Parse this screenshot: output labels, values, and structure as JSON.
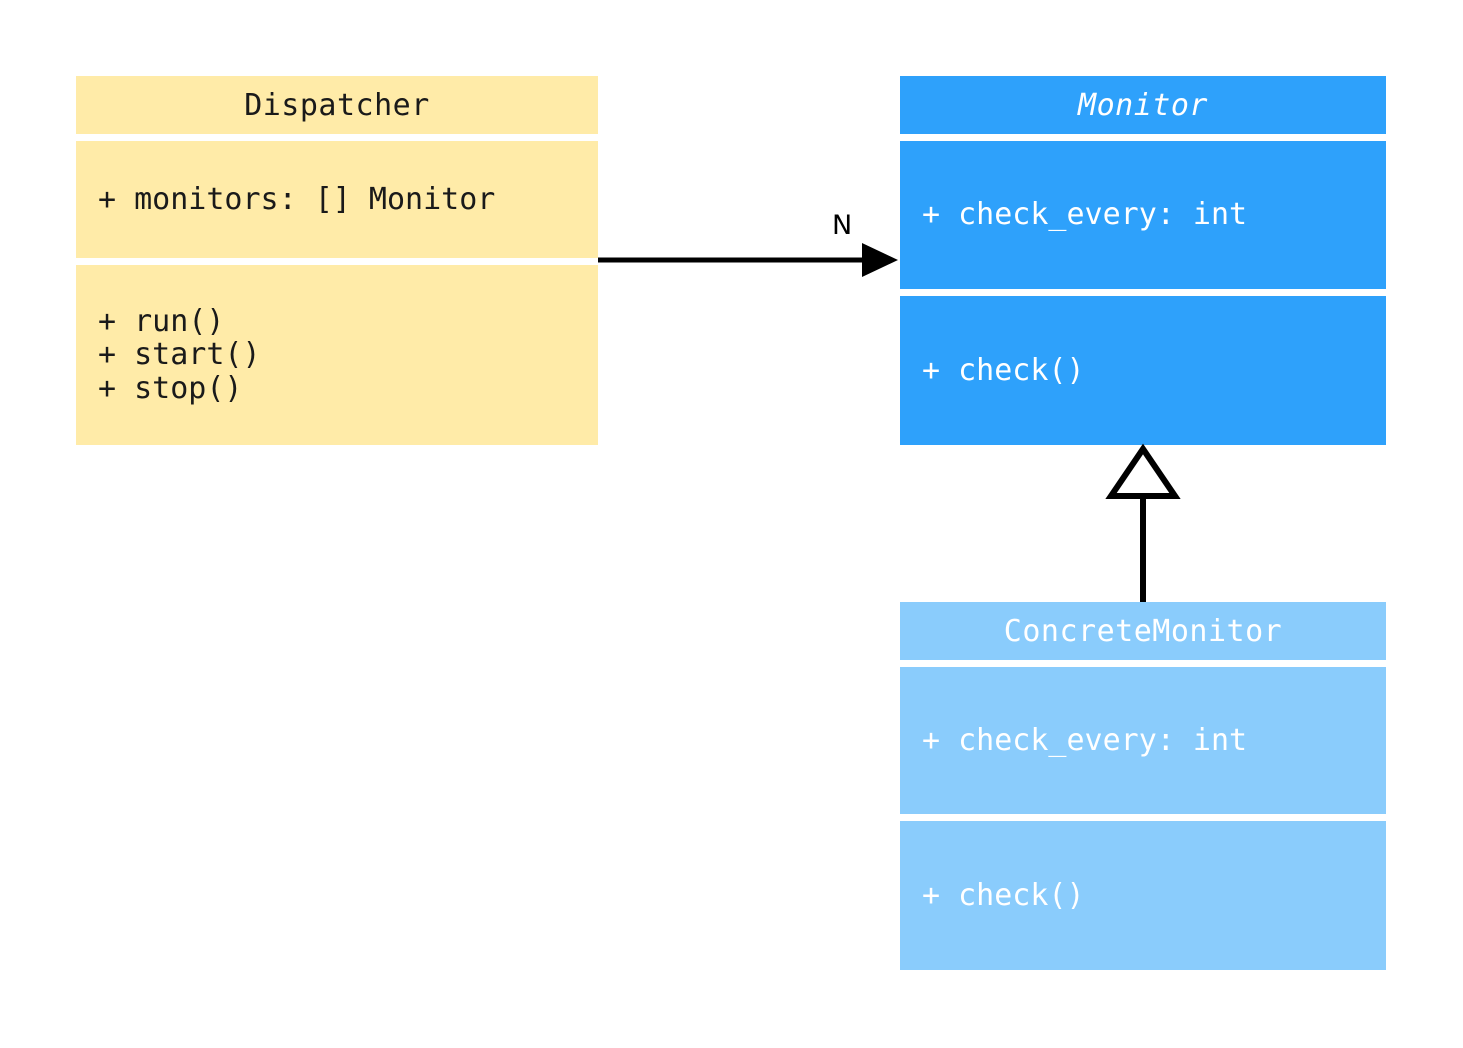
{
  "diagram": {
    "type": "uml-class-diagram",
    "background_color": "#ffffff",
    "classes": [
      {
        "id": "dispatcher",
        "name": "Dispatcher",
        "abstract": false,
        "fill_color": "#ffeba8",
        "text_color": "#1a1a1a",
        "attributes": [
          "+ monitors: [] Monitor"
        ],
        "operations": [
          "+ run()",
          "+ start()",
          "+ stop()"
        ]
      },
      {
        "id": "monitor",
        "name": "Monitor",
        "abstract": true,
        "fill_color": "#2ea1fb",
        "text_color": "#ffffff",
        "attributes": [
          "+ check_every: int"
        ],
        "operations": [
          "+ check()"
        ]
      },
      {
        "id": "concrete_monitor",
        "name": "ConcreteMonitor",
        "abstract": false,
        "fill_color": "#8accfc",
        "text_color": "#ffffff",
        "attributes": [
          "+ check_every: int"
        ],
        "operations": [
          "+ check()"
        ]
      }
    ],
    "relationships": [
      {
        "id": "dispatcher-monitor",
        "kind": "association",
        "from": "Dispatcher",
        "to": "Monitor",
        "label": "N",
        "arrow": "filled-arrow",
        "line_color": "#000000"
      },
      {
        "id": "concrete-monitor-inheritance",
        "kind": "generalization",
        "from": "ConcreteMonitor",
        "to": "Monitor",
        "label": "",
        "arrow": "hollow-triangle",
        "line_color": "#000000"
      }
    ]
  }
}
